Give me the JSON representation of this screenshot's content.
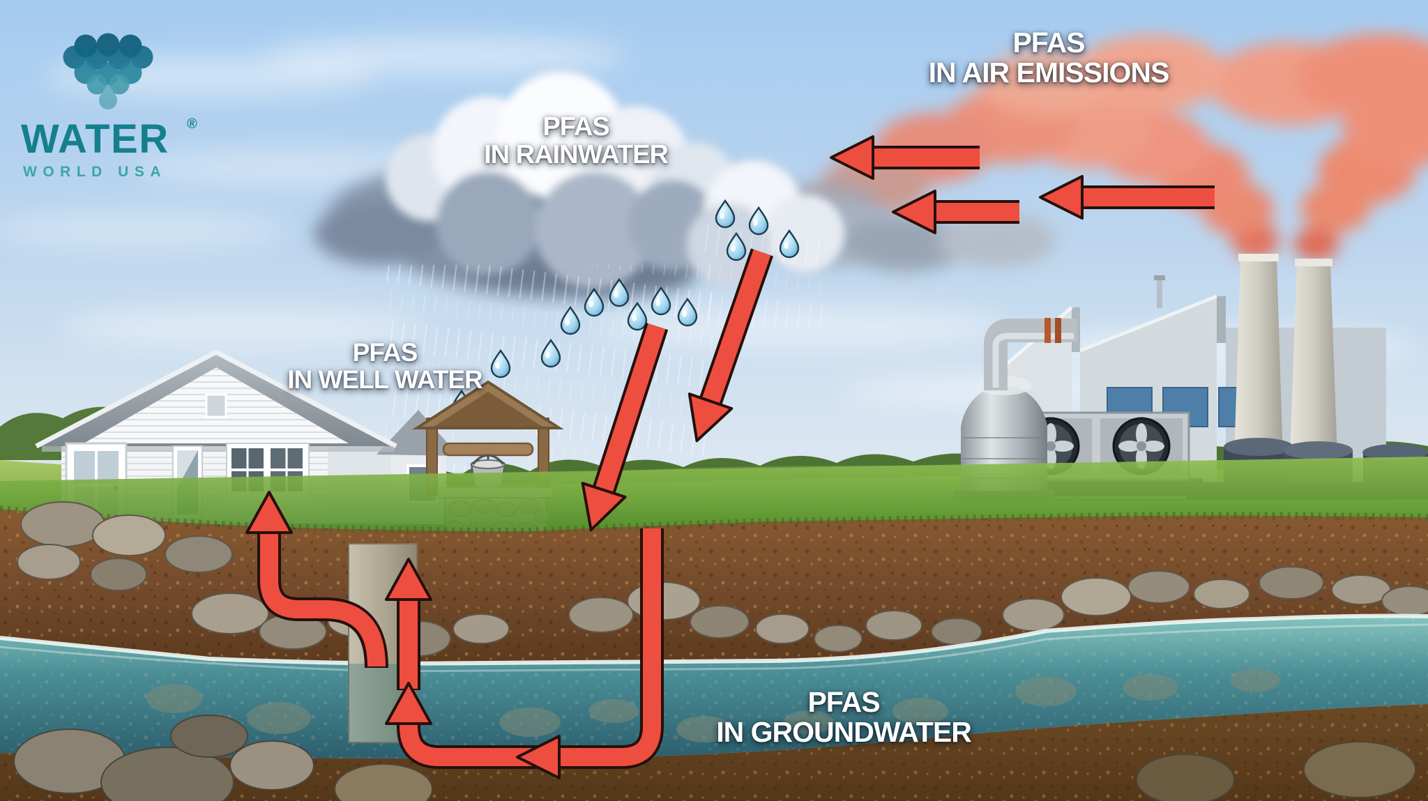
{
  "page": {
    "title": "PFAS contamination cycle infographic"
  },
  "logo": {
    "brand": "WATER",
    "registered": "®",
    "subtitle": "WORLD USA",
    "mark": "teal-droplet-cluster-logo"
  },
  "labels": {
    "air_emissions": {
      "line1": "PFAS",
      "line2": "IN AIR EMISSIONS"
    },
    "rainwater": {
      "line1": "PFAS",
      "line2": "IN RAINWATER"
    },
    "well_water": {
      "line1": "PFAS",
      "line2": "IN WELL WATER"
    },
    "groundwater": {
      "line1": "PFAS",
      "line2": "IN GROUNDWATER"
    }
  },
  "arrows": [
    {
      "name": "smoke-to-cloud-upper",
      "direction": "left"
    },
    {
      "name": "smoke-to-cloud-lower-right",
      "direction": "left"
    },
    {
      "name": "smoke-to-cloud-lower-left",
      "direction": "left"
    },
    {
      "name": "rain-to-ground-right",
      "direction": "down-left"
    },
    {
      "name": "rain-to-ground-left",
      "direction": "down-left"
    },
    {
      "name": "infiltration-to-groundwater",
      "direction": "down-then-left"
    },
    {
      "name": "groundwater-flow",
      "direction": "left"
    },
    {
      "name": "groundwater-into-well",
      "direction": "up"
    },
    {
      "name": "well-water-rise",
      "direction": "up"
    },
    {
      "name": "well-to-house",
      "direction": "up"
    }
  ],
  "colors": {
    "arrow_red": "#ee4e40",
    "arrow_outline": "#26100b",
    "label_text": "#ffffff",
    "logo_teal": "#15808d",
    "logo_teal_light": "#3aa6a4",
    "smoke_pink": "#ec8b74",
    "sky_blue": "#aecdec",
    "grass_green": "#74aa3e",
    "soil_brown": "#7c5228",
    "water_teal": "#3d7d8c"
  },
  "scene": {
    "house": "white cottage with door and windows",
    "well": "stone well with wooden roof, crossbar and bucket",
    "well_shaft": "concrete well casing into aquifer",
    "factory": "industrial plant with two smokestacks, tank, pipe and fan unit",
    "smoke": "red PFAS emission plume",
    "rain_cloud": "storm cloud with raindrops",
    "field": "green field with tree line",
    "underground": "soil cross-section with rocks and groundwater"
  }
}
